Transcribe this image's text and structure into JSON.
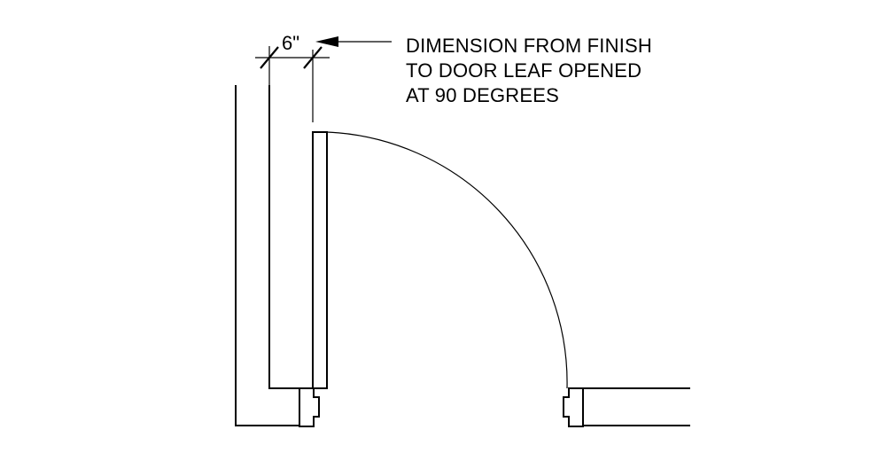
{
  "dimension": {
    "value_label": "6\""
  },
  "note": {
    "lines": [
      "DIMENSION FROM FINISH",
      "TO DOOR LEAF OPENED",
      "AT 90 DEGREES"
    ]
  },
  "colors": {
    "line": "#000000",
    "background": "#ffffff"
  }
}
